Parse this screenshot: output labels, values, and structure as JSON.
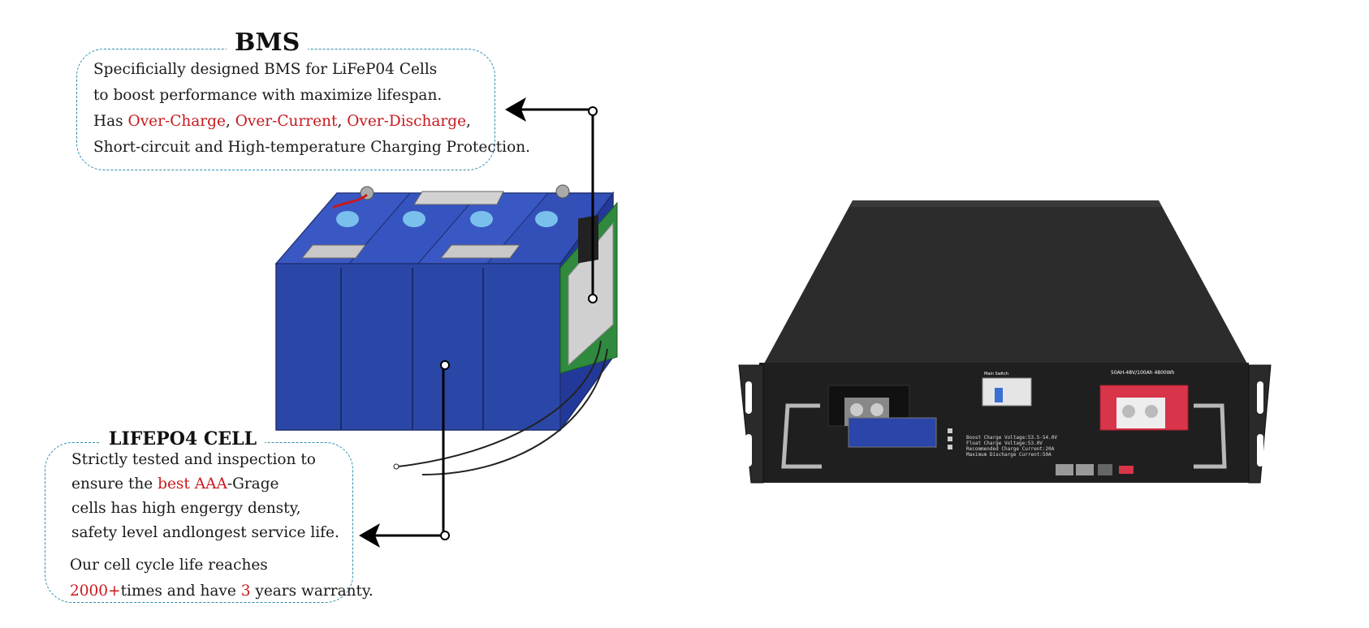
{
  "bms": {
    "title": "BMS",
    "line1": "Specificially designed BMS for LiFeP04 Cells",
    "line2": "to boost performance with maximize lifespan.",
    "line3": {
      "p1": "Has ",
      "r1": "Over-Charge",
      "p2": ", ",
      "r2": "Over-Current",
      "p3": ", ",
      "r3": "Over-Discharge",
      "p4": ","
    },
    "line4": "Short-circuit and High-temperature Charging Protection."
  },
  "cell": {
    "title": "LIFEPO4 CELL",
    "line1": "Strictly tested and inspection to",
    "line2": {
      "p1": "ensure the ",
      "r1": "best AAA",
      "p2": "-Grage"
    },
    "line3": "cells has high engergy densty,",
    "line4": "safety level andlongest service life.",
    "line5": "Our cell cycle life reaches",
    "line6": {
      "r1": "2000+",
      "p1": "times and have ",
      "r2": "3",
      "p2": " years warranty."
    }
  },
  "device": {
    "brand_label": "Main Switch",
    "spec_lines": [
      "Boost Charge Voltage:53.5-54.0V",
      "Float Charge Voltage:53.0V",
      "Recommended Charge Current:20A",
      "Maximum Discharge Current:50A"
    ],
    "rating_label": "50AH-48V/100Ah 4800Wh"
  },
  "colors": {
    "accent_red": "#c8191e",
    "callout_border": "#2f8fb0",
    "cell_blue": "#2a47a8",
    "chassis": "#1f1f1f"
  }
}
